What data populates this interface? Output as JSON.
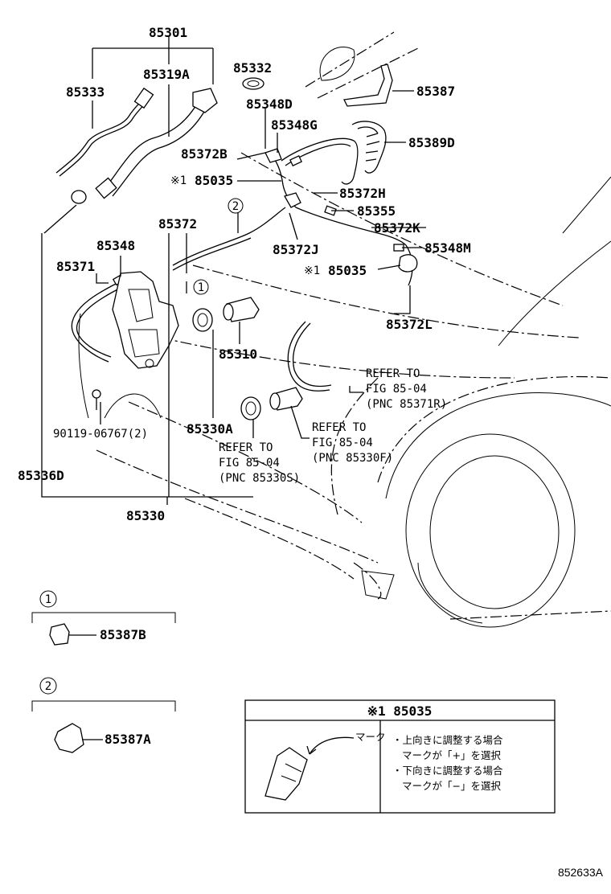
{
  "callouts": {
    "p85301": "85301",
    "p85333": "85333",
    "p85319a": "85319A",
    "p85332": "85332",
    "p85387": "85387",
    "p85348d": "85348D",
    "p85348g": "85348G",
    "p85389d": "85389D",
    "p85372b": "85372B",
    "p85035a": "85035",
    "p85372h": "85372H",
    "p85355": "85355",
    "p85372": "85372",
    "p85372k": "85372K",
    "p85348": "85348",
    "p85372j": "85372J",
    "p85348m": "85348M",
    "p85371": "85371",
    "p85035b": "85035",
    "p85372l": "85372L",
    "p85310": "85310",
    "p90119": "90119-06767(2)",
    "p85330a": "85330A",
    "p85336d": "85336D",
    "p85330": "85330",
    "p85387b": "85387B",
    "p85387a": "85387A"
  },
  "marks": {
    "note": "※1",
    "circle1": "1",
    "circle2": "2"
  },
  "refs": {
    "r1_line1": "REFER TO",
    "r1_line2": "FIG 85-04",
    "r1_line3": "(PNC 85371R)",
    "r2_line1": "REFER TO",
    "r2_line2": "FIG 85-04",
    "r2_line3": "(PNC 85330F)",
    "r3_line1": "REFER TO",
    "r3_line2": "FIG 85-04",
    "r3_line3": "(PNC 85330S)"
  },
  "detail_box": {
    "title": "※1 85035",
    "mark_label": "マーク",
    "line1": "・上向きに調整する場合",
    "line2": "マークが「+」を選択",
    "line3": "・下向きに調整する場合",
    "line4": "マークが「−」を選択"
  },
  "figure_code": "852633A"
}
